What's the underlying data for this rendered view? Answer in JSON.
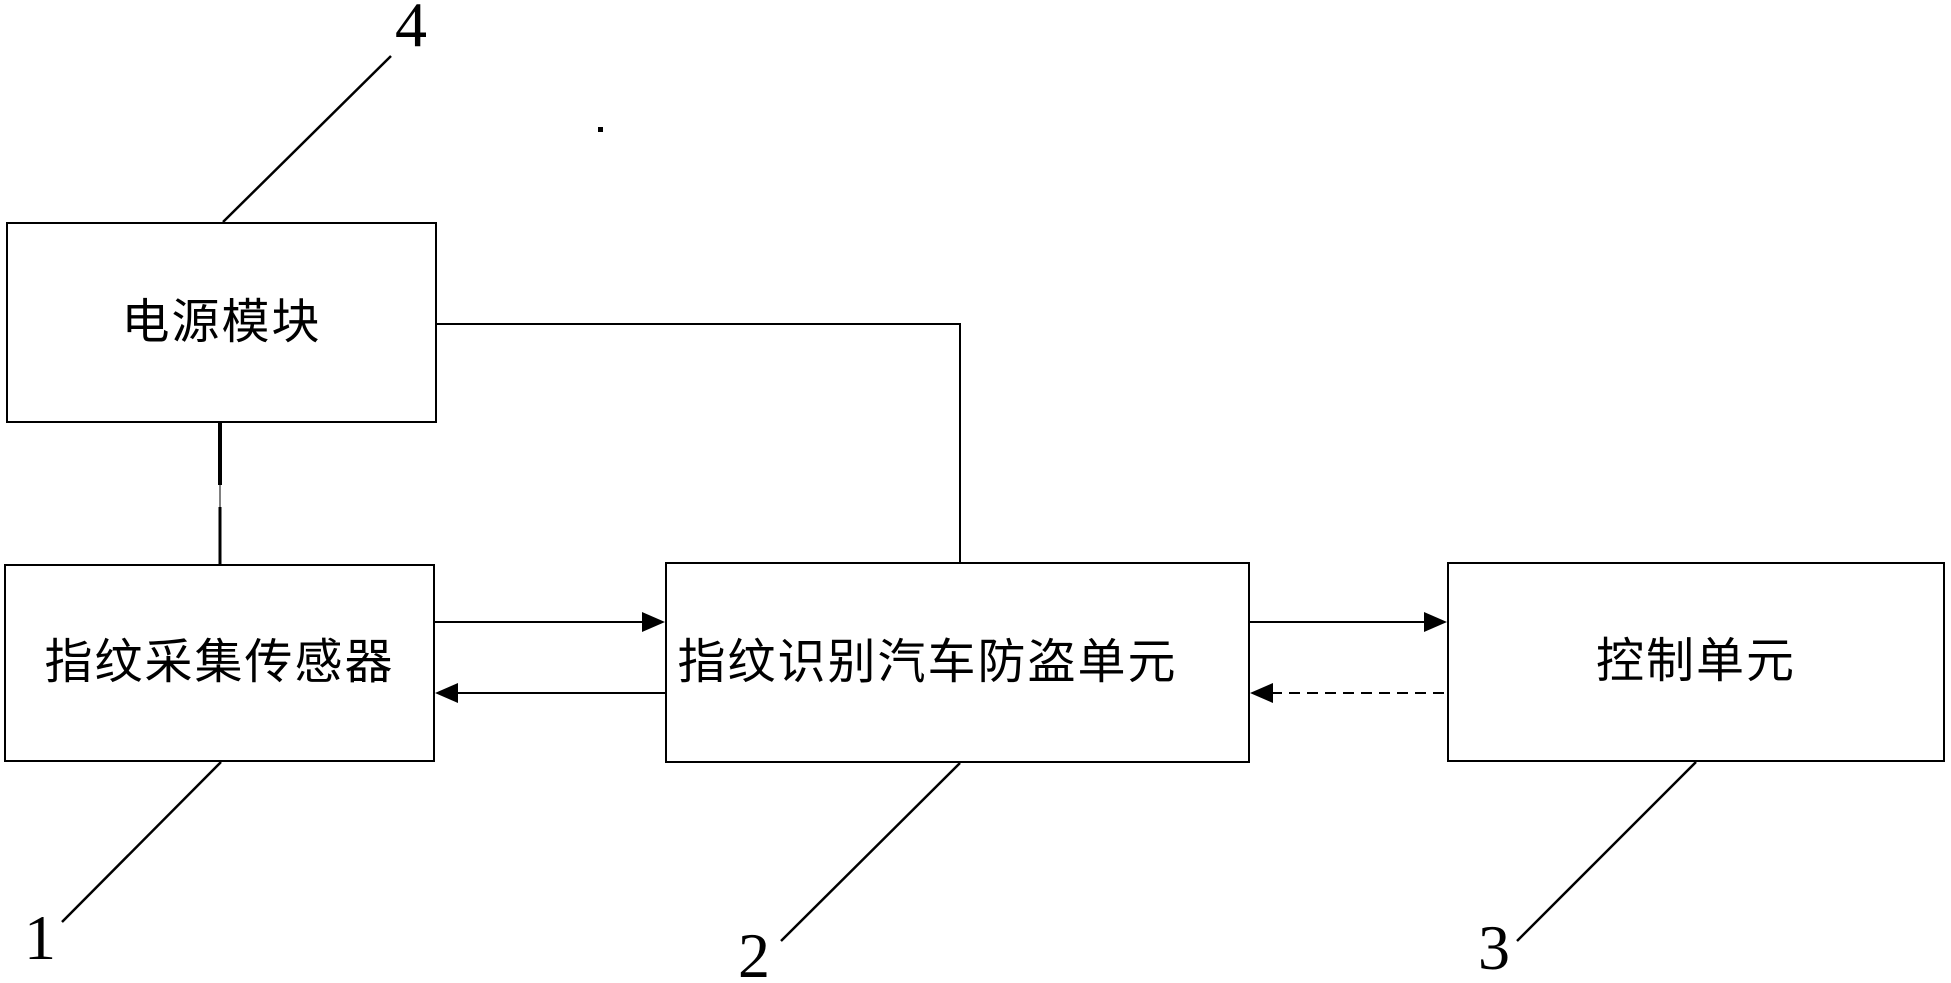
{
  "figure": {
    "background_color": "#ffffff",
    "line_color": "#000000",
    "stray_mark": "."
  },
  "nodes": {
    "power_module": {
      "label": "电源模块",
      "ref": "4"
    },
    "fingerprint_sensor": {
      "label": "指纹采集传感器",
      "ref": "1"
    },
    "anti_theft_unit": {
      "label": "指纹识别汽车防盗单元",
      "ref": "2"
    },
    "control_unit": {
      "label": "控制单元",
      "ref": "3"
    }
  },
  "edges": [
    {
      "from": "power_module",
      "to": "fingerprint_sensor",
      "style": "solid",
      "arrow": "none",
      "route": "vertical"
    },
    {
      "from": "power_module",
      "to": "anti_theft_unit",
      "style": "solid",
      "arrow": "none",
      "route": "elbow"
    },
    {
      "from": "fingerprint_sensor",
      "to": "anti_theft_unit",
      "style": "solid",
      "arrow": "forward"
    },
    {
      "from": "anti_theft_unit",
      "to": "fingerprint_sensor",
      "style": "solid",
      "arrow": "forward"
    },
    {
      "from": "anti_theft_unit",
      "to": "control_unit",
      "style": "solid",
      "arrow": "forward"
    },
    {
      "from": "control_unit",
      "to": "anti_theft_unit",
      "style": "dashed",
      "arrow": "forward"
    }
  ]
}
